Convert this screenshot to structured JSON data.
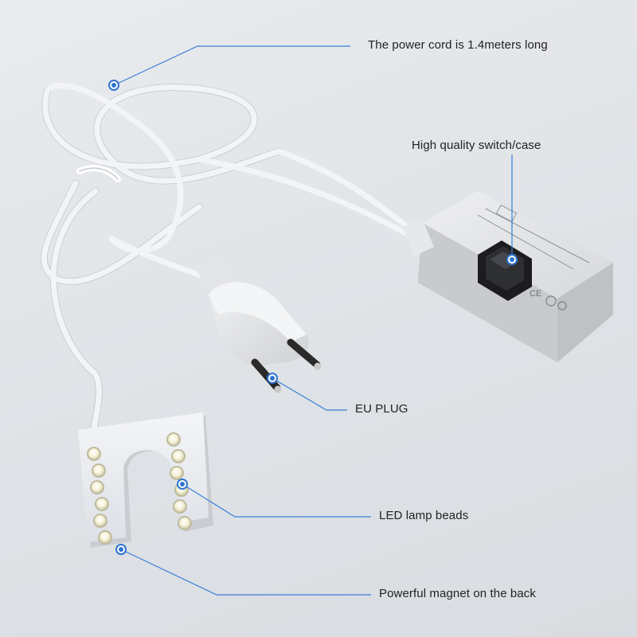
{
  "annotations": {
    "power_cord": "The power cord is 1.4meters long",
    "switch_case": "High quality switch/case",
    "eu_plug": "EU PLUG",
    "led_beads": "LED lamp beads",
    "magnet": "Powerful magnet on the back"
  },
  "case_markings": {
    "ce_mark": "CE"
  },
  "colors": {
    "background": "#e4e6e9",
    "cable": "#f2f3f5",
    "case": "#d9dbde",
    "callout_line": "#3a7fd8",
    "callout_dot": "#2f74d0",
    "led": "#f7f4dc",
    "plug_pins": "#2a2a2a"
  },
  "led_count": 12
}
